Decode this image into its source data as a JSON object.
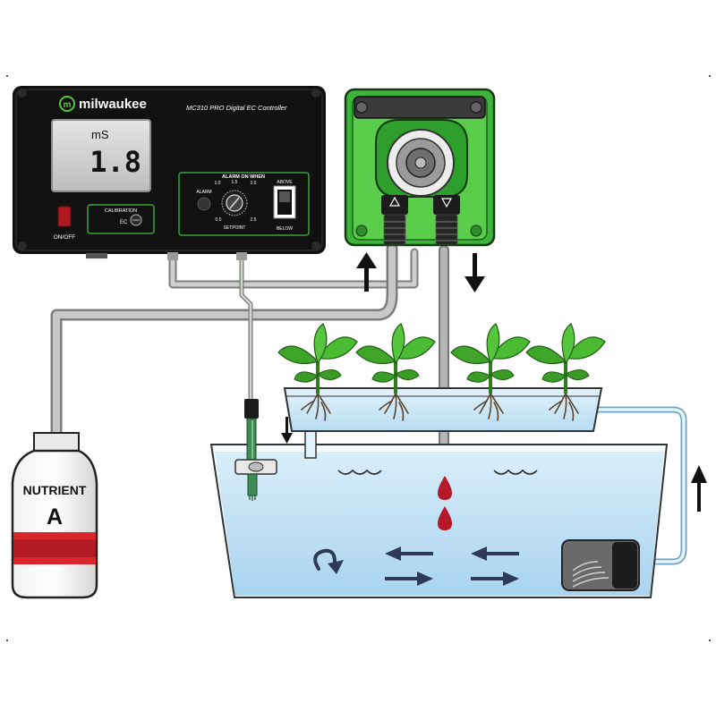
{
  "controller": {
    "brand": "milwaukee",
    "model": "MC310 PRO Digital EC Controller",
    "display_unit": "mS",
    "display_value": "1.8",
    "power_label": "ON/OFF",
    "calibration_label": "CALIBRATION",
    "ec_label": "EC",
    "alarm_on_when_label": "ALARM ON WHEN",
    "alarm_label": "ALARM",
    "setpoint_label": "SETPOINT",
    "dial_ticks": [
      "1.0",
      "1.5",
      "2.0",
      "0.5",
      "2.5"
    ],
    "above_label": "ABOVE",
    "below_label": "BELOW"
  },
  "bottle": {
    "line1": "NUTRIENT",
    "line2": "A"
  },
  "colors": {
    "controller_body": "#111111",
    "pump_green": "#4cc43c",
    "water": "#bfe0f4",
    "nutrient_drop": "#b51a2a",
    "bottle_band": "#d8262c"
  },
  "icons": [
    "up-arrow-icon",
    "down-arrow-icon",
    "flow-left-arrow-icon",
    "flow-right-arrow-icon",
    "circulation-arrow-icon",
    "wave-icon"
  ]
}
